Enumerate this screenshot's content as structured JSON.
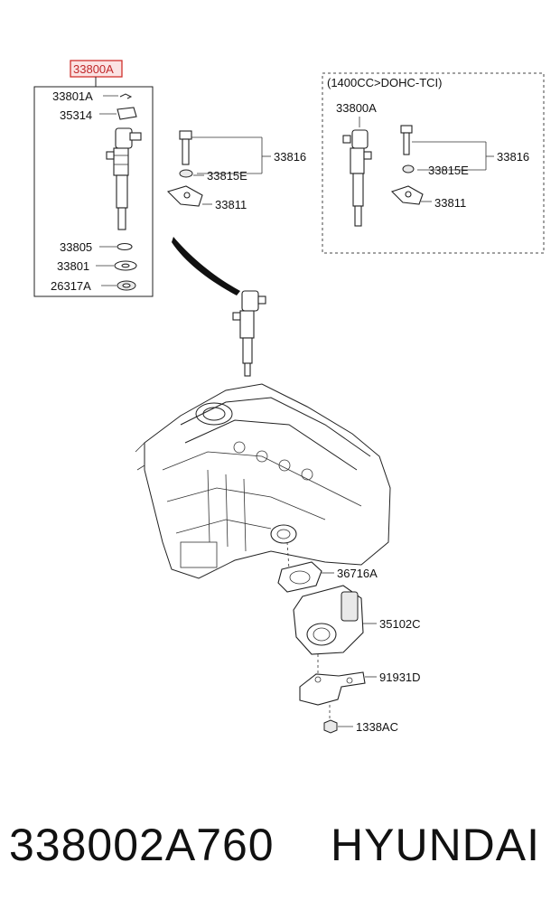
{
  "callouts": {
    "highlighted": "33800A",
    "clip": "33801A",
    "bracket_sleeve": "35314",
    "o_ring": "33805",
    "washer": "33801",
    "seal_ring": "26317A",
    "bolt_group": "33816",
    "washer_e": "33815E",
    "clamp": "33811",
    "variant_title": "(1400CC>DOHC-TCI)",
    "variant_injector": "33800A",
    "variant_bolt_group": "33816",
    "variant_washer_e": "33815E",
    "variant_clamp": "33811",
    "gasket": "36716A",
    "throttle_body": "35102C",
    "bracket": "91931D",
    "nut": "1338AC"
  },
  "footer": {
    "part_number": "338002A760",
    "brand": "HYUNDAI"
  },
  "colors": {
    "highlight": "#d0312d",
    "highlight_fill": "#fbe3e3"
  }
}
